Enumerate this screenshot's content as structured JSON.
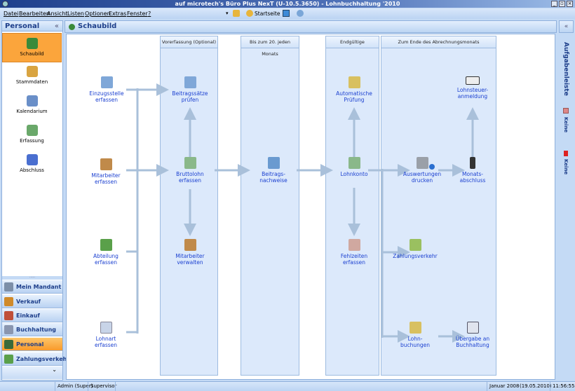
{
  "window": {
    "title": "auf microtech's Büro Plus NexT (U-10.5.3650) - Lohnbuchhaltung '2010",
    "minimize": "_",
    "restore": "▫",
    "close": "×"
  },
  "menu": [
    "Datei",
    "Bearbeiten",
    "Ansicht",
    "Listen",
    "Optionen",
    "Extras",
    "Fenster",
    "?"
  ],
  "toolbar": {
    "startseite": "Startseite"
  },
  "left": {
    "title": "Personal",
    "collapse": "«",
    "nav": [
      {
        "label": "Schaubild",
        "color": "#3a8a3a"
      },
      {
        "label": "Stammdaten",
        "color": "#d9a441"
      },
      {
        "label": "Kalendarium",
        "color": "#6a8fc8"
      },
      {
        "label": "Erfassung",
        "color": "#6aa86a"
      },
      {
        "label": "Abschluss",
        "color": "#4a6fd0"
      }
    ],
    "modules": [
      {
        "label": "Mein Mandant",
        "color": "#7d8fa8"
      },
      {
        "label": "Verkauf",
        "color": "#d08a2a"
      },
      {
        "label": "Einkauf",
        "color": "#c0503a"
      },
      {
        "label": "Buchhaltung",
        "color": "#8a96b0"
      },
      {
        "label": "Personal",
        "color": "#3a6a3a"
      },
      {
        "label": "Zahlungsverkehr",
        "color": "#5aa04a"
      }
    ],
    "more": "⌄"
  },
  "main": {
    "title": "Schaubild",
    "columns": [
      "Vorerfassung (Optional)",
      "Bis zum 20. jeden Monats",
      "Endgültige",
      "Zum Ende des Abrechnungsmonats"
    ],
    "nodes": {
      "einzugsstelle": [
        "Einzugsstelle",
        "erfassen"
      ],
      "beitragssaetze": [
        "Beitragssätze",
        "prüfen"
      ],
      "mitarbeiter": [
        "Mitarbeiter",
        "erfassen"
      ],
      "bruttolohn": [
        "Bruttolohn",
        "erfassen"
      ],
      "beitragsnachweise": [
        "Beitrags-",
        "nachweise"
      ],
      "lohnkonto": [
        "Lohnkonto",
        ""
      ],
      "auswertungen": [
        "Auswertungen",
        "drucken"
      ],
      "monatsabschluss": [
        "Monats-",
        "abschluss"
      ],
      "lohnsteuer": [
        "Lohnsteuer-",
        "anmeldung"
      ],
      "automatische": [
        "Automatische",
        "Prüfung"
      ],
      "abteilung": [
        "Abteilung",
        "erfassen"
      ],
      "mitarbeiterverwalten": [
        "Mitarbeiter",
        "verwalten"
      ],
      "fehlzeiten": [
        "Fehlzeiten",
        "erfassen"
      ],
      "zahlungsverkehr": [
        "Zahlungsverkehr",
        ""
      ],
      "lohnart": [
        "Lohnart",
        "erfassen"
      ],
      "lohnbuchungen": [
        "Lohn-",
        "buchungen"
      ],
      "uebergabe": [
        "Übergabe an",
        "Buchhaltung"
      ]
    }
  },
  "right": {
    "collapse": "«",
    "title": "Aufgabenleiste",
    "items": [
      "Keine",
      "Keine"
    ]
  },
  "status": {
    "user": "Admin (Super)",
    "role": "Supervisor",
    "period": "Januar 2008",
    "date": "(19.05.2010)",
    "time": "11:56:55"
  },
  "colors": {
    "accent_orange": "#fba53c",
    "arrow": "#a9c0da",
    "link": "#1a3fd0"
  }
}
